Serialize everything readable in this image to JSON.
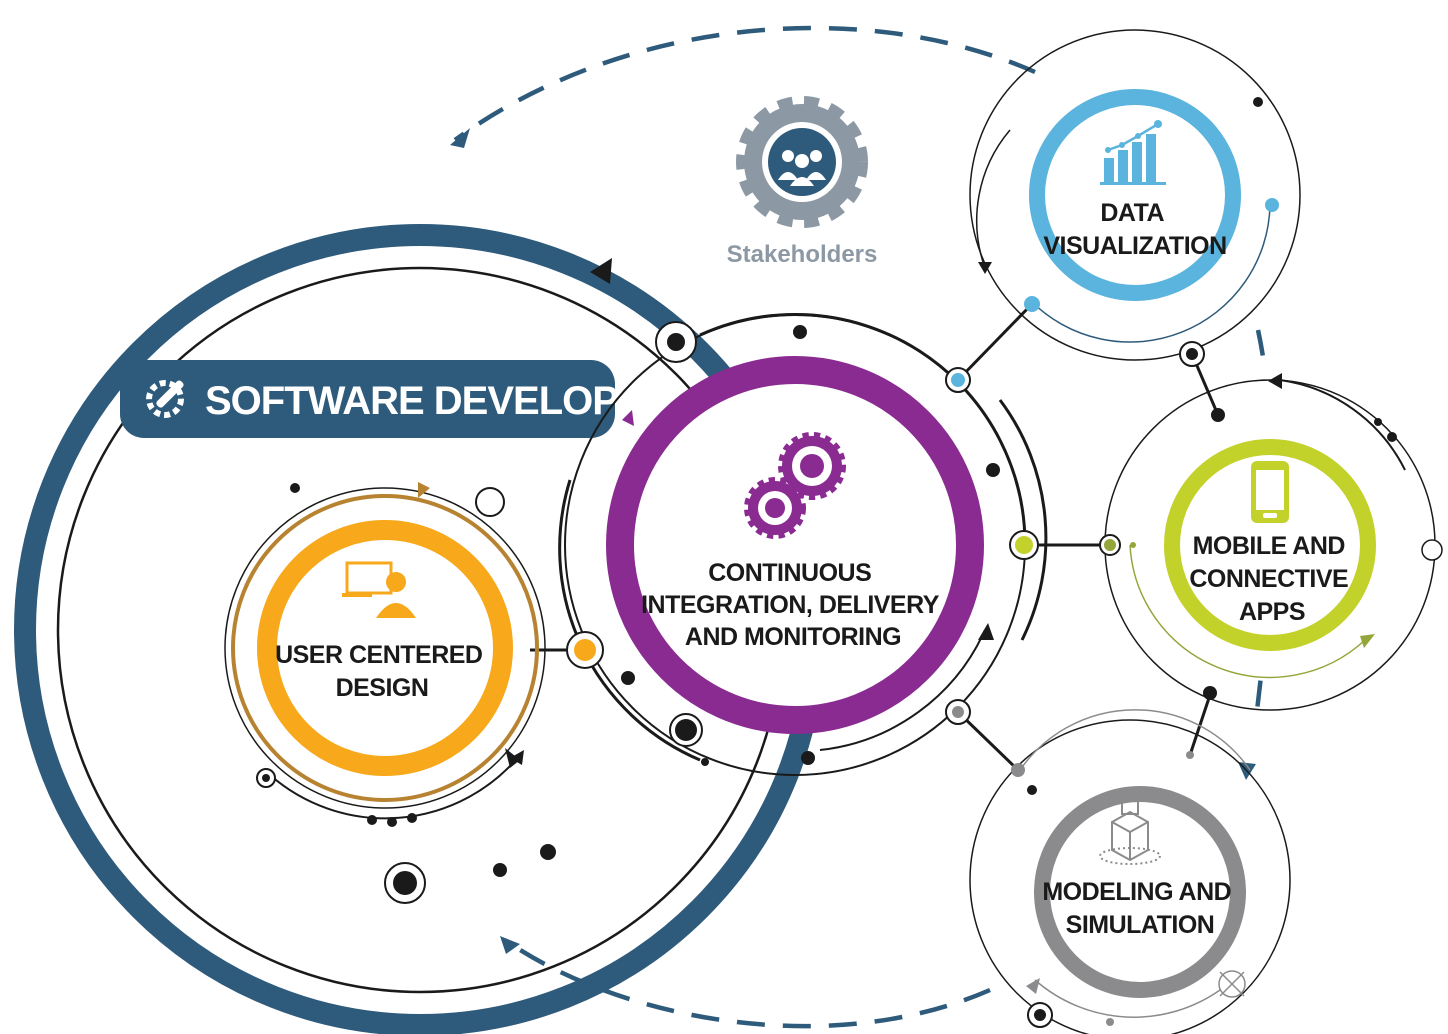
{
  "header": {
    "title": "SOFTWARE DEVELOPMENT",
    "title_icon": "wrench-gear-icon"
  },
  "stakeholders": {
    "label": "Stakeholders",
    "icon": "people-gear-icon"
  },
  "center": {
    "label_lines": [
      "CONTINUOUS",
      "INTEGRATION, DELIVERY",
      "AND MONITORING"
    ],
    "icon": "gears-icon",
    "color": "#8a2b91"
  },
  "nodes": {
    "data_viz": {
      "label_lines": [
        "DATA",
        "VISUALIZATION"
      ],
      "icon": "bar-chart-icon",
      "color": "#5bb4dd"
    },
    "mobile": {
      "label_lines": [
        "MOBILE AND",
        "CONNECTIVE",
        "APPS"
      ],
      "icon": "smartphone-icon",
      "color": "#c3d12b"
    },
    "modeling": {
      "label_lines": [
        "MODELING AND",
        "SIMULATION"
      ],
      "icon": "cube-stack-icon",
      "color": "#8b8b8d"
    },
    "ucd": {
      "label_lines": [
        "USER CENTERED",
        "DESIGN"
      ],
      "icon": "user-screen-icon",
      "color": "#f7a81b"
    }
  },
  "colors": {
    "navy": "#2e5b7b",
    "black": "#1a1a1a",
    "gear_gray": "#8c99a4",
    "ucd_ring": "#b78331"
  }
}
